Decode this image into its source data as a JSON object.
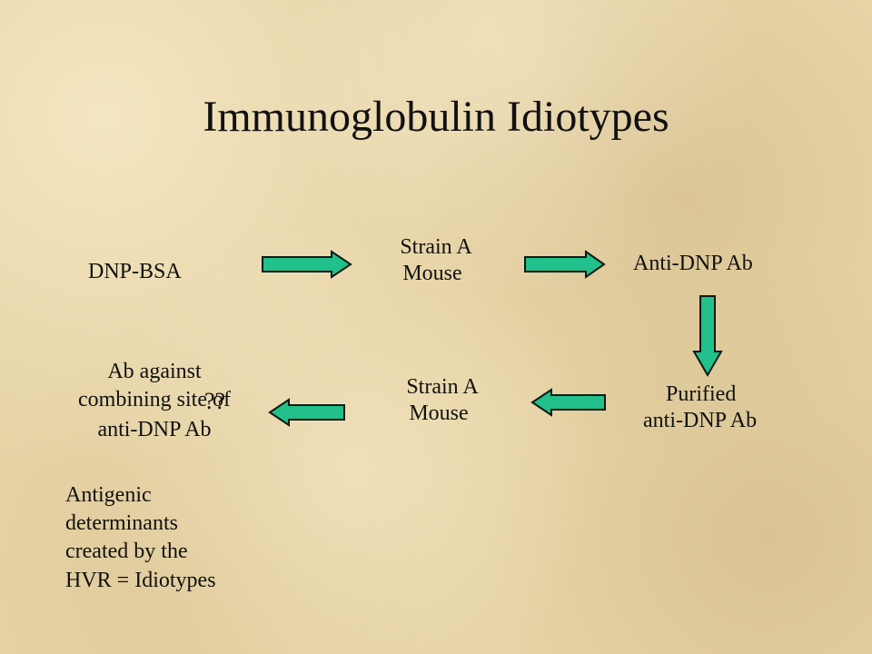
{
  "slide": {
    "title": "Immunoglobulin Idiotypes"
  },
  "nodes": {
    "antigen": "DNP-BSA",
    "mouse_top": [
      "Strain A",
      "Mouse"
    ],
    "anti_dnp_ab": "Anti-DNP Ab",
    "purified": [
      "Purified",
      "anti-DNP Ab"
    ],
    "mouse_bottom": [
      "Strain A",
      "Mouse"
    ],
    "result": [
      "Ab against",
      "combining site of",
      "anti-DNP Ab"
    ],
    "question_mark": "??"
  },
  "note": {
    "lines": [
      "Antigenic",
      "determinants",
      "created by the",
      "HVR = Idiotypes"
    ]
  },
  "colors": {
    "arrow_fill": "#22c08a",
    "arrow_stroke": "#0b1a14",
    "background": "#e6d3a6",
    "text": "#111111"
  }
}
